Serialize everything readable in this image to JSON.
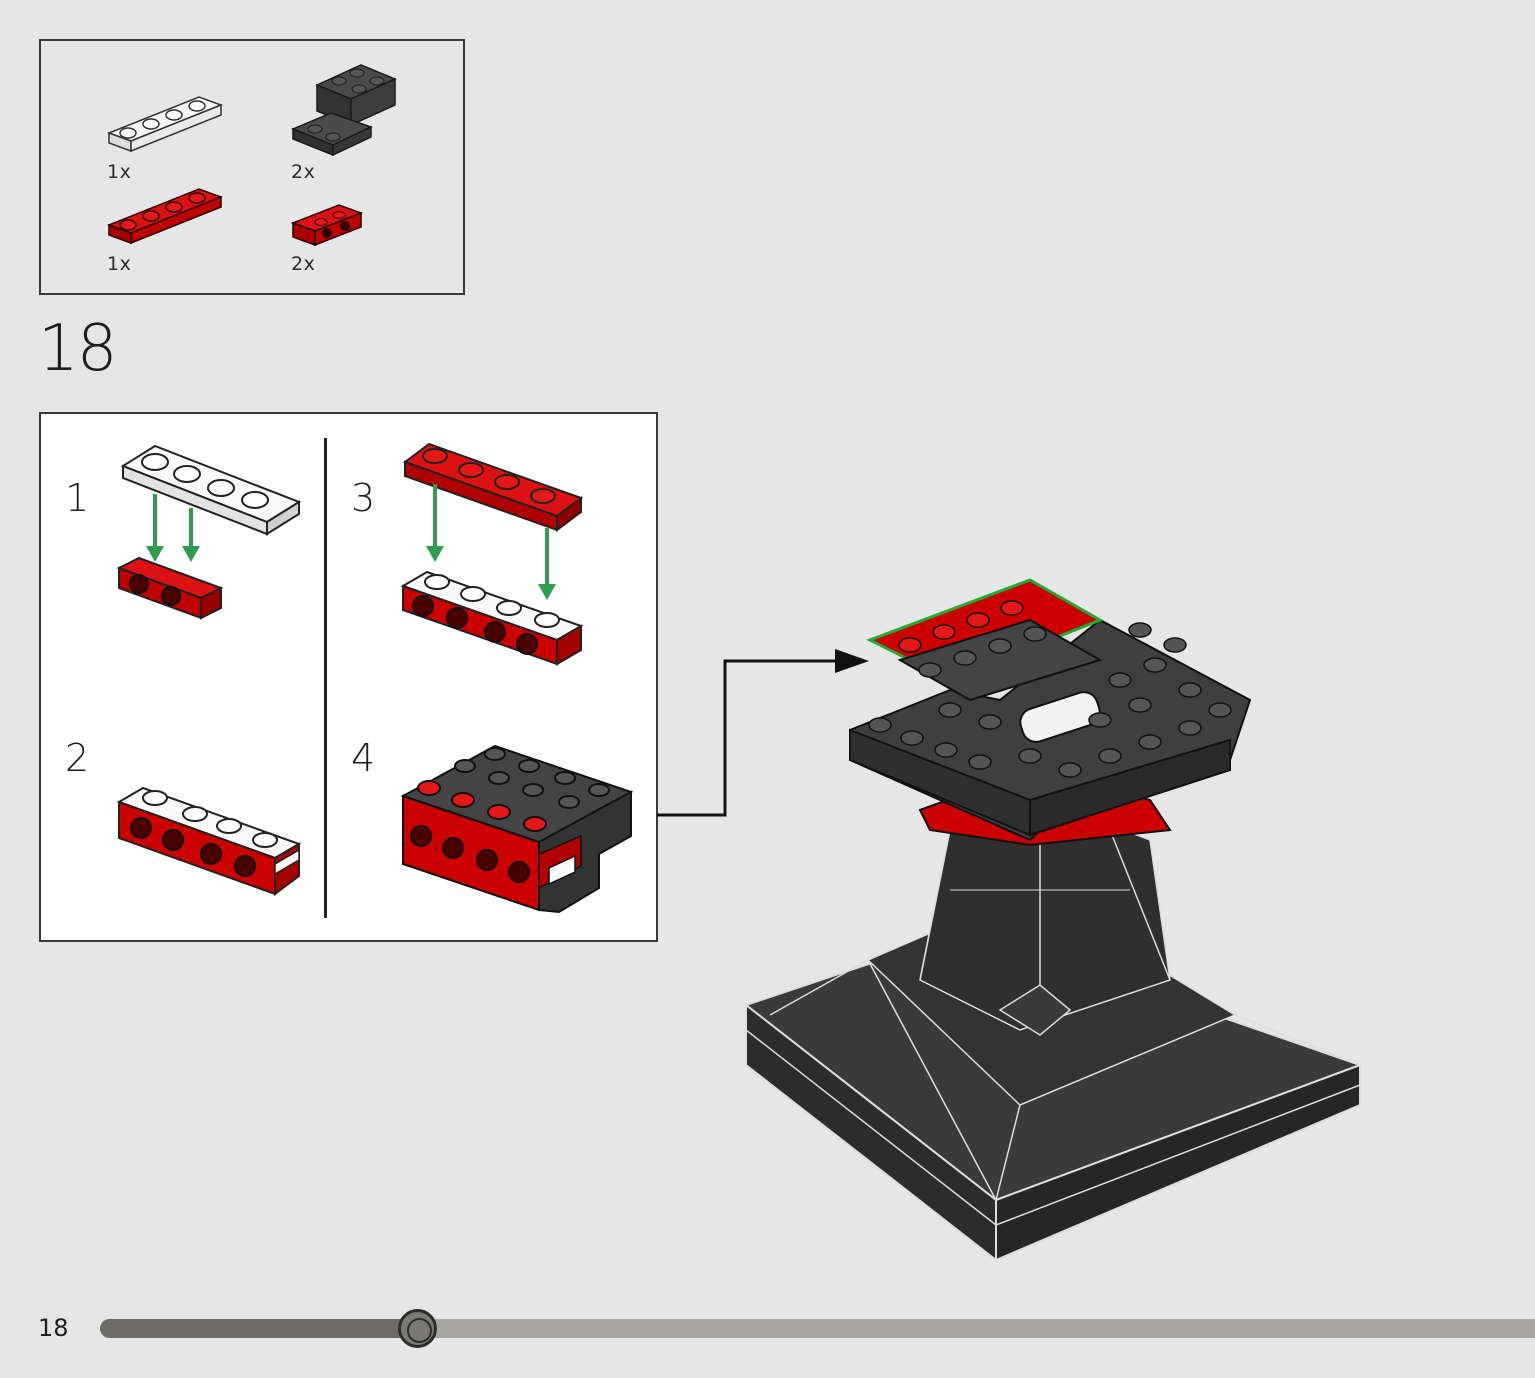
{
  "parts_list": {
    "items": [
      {
        "qty": "1x",
        "icon": "white-1x4-plate-icon",
        "color": "#f2f2f2"
      },
      {
        "qty": "2x",
        "icon": "black-bracket-icon",
        "color": "#3c3c3c"
      },
      {
        "qty": "1x",
        "icon": "red-1x4-plate-icon",
        "color": "#cc0000"
      },
      {
        "qty": "2x",
        "icon": "red-1x2-bracket-icon",
        "color": "#cc0000"
      }
    ]
  },
  "step": {
    "number": "18"
  },
  "sub_steps": [
    {
      "label": "1"
    },
    {
      "label": "2"
    },
    {
      "label": "3"
    },
    {
      "label": "4"
    }
  ],
  "footer": {
    "page_number": "18",
    "progress_fraction": 0.2215
  },
  "colors": {
    "background": "#e6e6e6",
    "brick_red": "#cc0000",
    "brick_black": "#3c3c3c",
    "brick_white": "#f2f2f2",
    "guide_arrow_green": "#2e9e4e",
    "highlight_green": "#22aa33"
  }
}
